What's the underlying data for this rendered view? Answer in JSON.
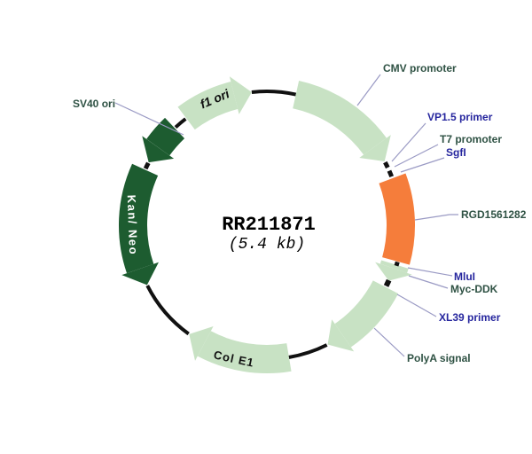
{
  "plasmid": {
    "name": "RR211871",
    "size": "(5.4 kb)"
  },
  "features": {
    "f1_ori": "f1 ori",
    "kan_neo": "Kan/ Neo",
    "col_e1": "Col E1"
  },
  "callouts": {
    "cmv_promoter": "CMV promoter",
    "vp15_primer": "VP1.5 primer",
    "t7_promoter": "T7 promoter",
    "sgfi": "SgfI",
    "orf": "RGD1561282",
    "mlui": "MluI",
    "myc_ddk": "Myc-DDK",
    "xl39_primer": "XL39 primer",
    "polya_signal": "PolyA signal",
    "sv40_ori": "SV40 ori"
  },
  "colors": {
    "feature_light_green": "#c8e2c4",
    "feature_dark_green": "#1d5c30",
    "orf_orange": "#f57d3b",
    "backbone_black": "#111111",
    "label_green": "#2f5244",
    "label_navy": "#26269e",
    "leader_line": "#9a9ac4",
    "arc_text_light": "#ffffff",
    "arc_text_dark": "#111111"
  }
}
